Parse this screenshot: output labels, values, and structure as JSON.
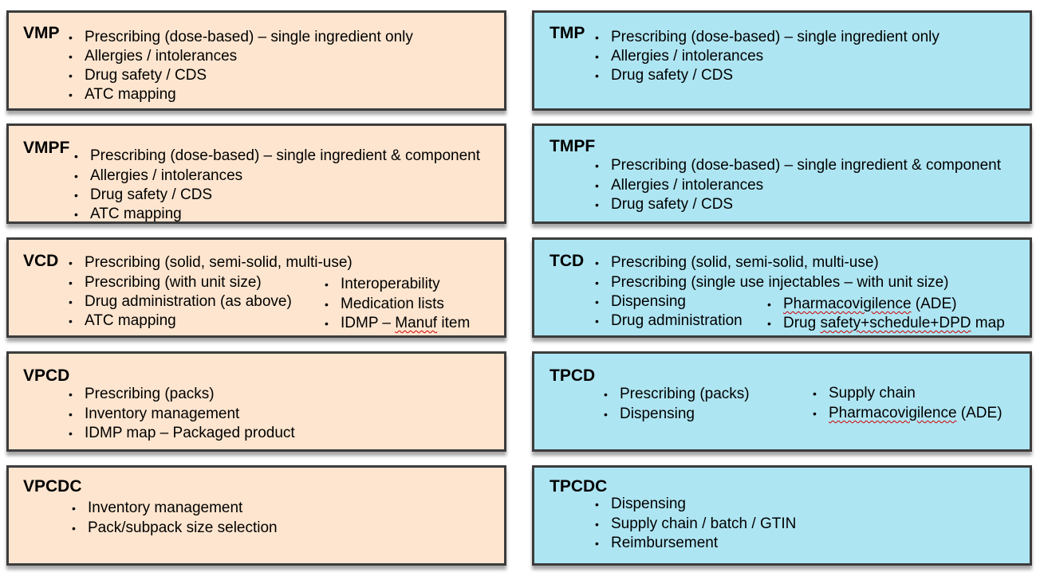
{
  "left": {
    "vmp": {
      "title": "VMP",
      "items": [
        "Prescribing (dose-based) – single ingredient only",
        "Allergies / intolerances",
        "Drug safety / CDS",
        "ATC mapping"
      ]
    },
    "vmpf": {
      "title": "VMPF",
      "items": [
        "Prescribing (dose-based) – single ingredient & component",
        "Allergies / intolerances",
        "Drug safety / CDS",
        "ATC mapping"
      ]
    },
    "vcd": {
      "title": "VCD",
      "col1": [
        "Prescribing (solid, semi-solid, multi-use)",
        "Prescribing (with unit size)",
        "Drug administration (as above)",
        "ATC mapping"
      ],
      "col2": [
        "Interoperability",
        "Medication lists",
        "IDMP – "
      ],
      "col2_squiggle": "Manuf",
      "col2_tail": " item"
    },
    "vpcd": {
      "title": "VPCD",
      "items": [
        "Prescribing (packs)",
        "Inventory management",
        "IDMP map – Packaged product"
      ]
    },
    "vpcdc": {
      "title": "VPCDC",
      "items": [
        "Inventory management",
        "Pack/subpack size selection"
      ]
    }
  },
  "right": {
    "tmp": {
      "title": "TMP",
      "items": [
        "Prescribing (dose-based) – single ingredient only",
        "Allergies / intolerances",
        "Drug safety / CDS"
      ]
    },
    "tmpf": {
      "title": "TMPF",
      "items": [
        "Prescribing (dose-based) – single ingredient & component",
        "Allergies / intolerances",
        "Drug safety / CDS"
      ]
    },
    "tcd": {
      "title": "TCD",
      "col1": [
        "Prescribing (solid, semi-solid, multi-use)",
        "Prescribing (single use injectables – with unit size)",
        "Dispensing",
        "Drug administration"
      ],
      "col2_1_squiggle": "Pharmacovigilence",
      "col2_1_tail": " (ADE)",
      "col2_2_head": "Drug ",
      "col2_2_squiggle": "safety+schedule+DPD",
      "col2_2_tail": " map"
    },
    "tpcd": {
      "title": "TPCD",
      "col1": [
        "Prescribing (packs)",
        "Dispensing"
      ],
      "col2_1": "Supply chain",
      "col2_2_squiggle": "Pharmacovigilence",
      "col2_2_tail": " (ADE)"
    },
    "tpcdc": {
      "title": "TPCDC",
      "items": [
        "Dispensing",
        "Supply chain / batch / GTIN",
        "Reimbursement"
      ]
    }
  },
  "colors": {
    "orange_fill": "#fde5cf",
    "blue_fill": "#aee5f2",
    "border": "#3c3c3c",
    "spellcheck_underline": "#d00000"
  }
}
